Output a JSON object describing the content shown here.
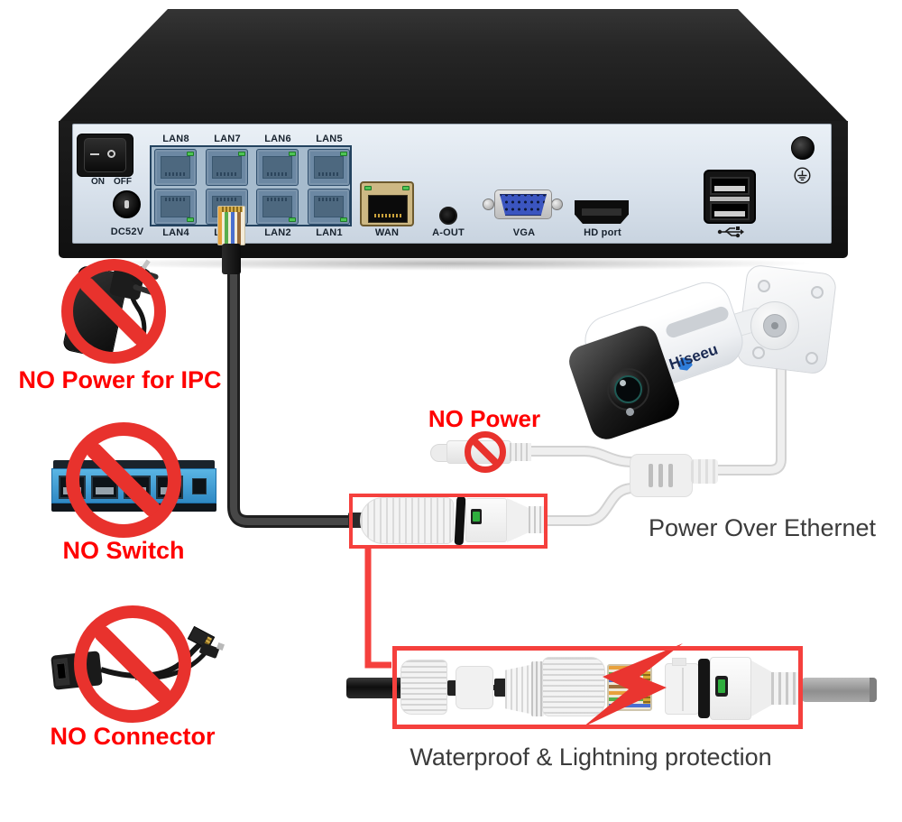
{
  "device": {
    "power_on": "ON",
    "power_off": "OFF",
    "dc_label": "DC52V",
    "lan_top": [
      "LAN8",
      "LAN7",
      "LAN6",
      "LAN5"
    ],
    "lan_bottom": [
      "LAN4",
      "LAN3",
      "LAN2",
      "LAN1"
    ],
    "wan": "WAN",
    "aout": "A-OUT",
    "vga": "VGA",
    "hd": "HD port"
  },
  "warnings": {
    "no_power_ipc": "NO Power for IPC",
    "no_switch": "NO Switch",
    "no_connector": "NO Connector",
    "no_power": "NO Power"
  },
  "captions": {
    "poe": "Power Over Ethernet",
    "waterproof": "Waterproof & Lightning protection"
  },
  "camera": {
    "brand": "Hiseeu"
  },
  "colors": {
    "prohibition_red": "#e8322d",
    "highlight_box_red": "#f5403d",
    "warning_text_red": "#ff0000",
    "caption_text": "#3b3b3b",
    "brand_blue": "#2e7cd9",
    "lan_block": "#a6bbcd",
    "panel": "#d9e2ec"
  }
}
